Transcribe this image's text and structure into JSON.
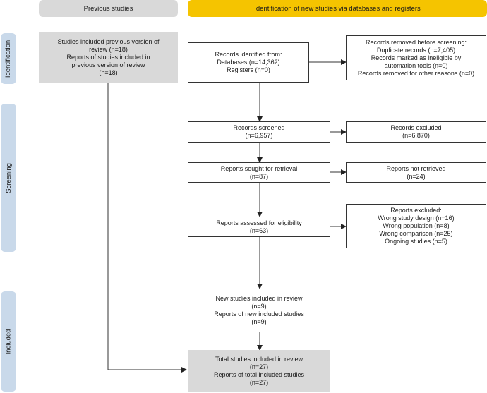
{
  "headers": {
    "previous": "Previous studies",
    "new": "Identification of new studies via databases and registers"
  },
  "phases": {
    "identification": "Identification",
    "screening": "Screening",
    "included": "Included"
  },
  "boxes": {
    "prev_included": [
      "Studies included previous version of",
      "review (n=18)",
      "Reports of studies included in",
      "previous version of review",
      "(n=18)"
    ],
    "identified": [
      "Records identified from:",
      "Databases (n=14,362)",
      "Registers (n=0)"
    ],
    "removed": [
      "Records removed before screening:",
      "Duplicate records (n=7,405)",
      "Records marked as ineligible by",
      "automation tools (n=0)",
      "Records removed for other reasons (n=0)"
    ],
    "screened": [
      "Records screened",
      "(n=6,957)"
    ],
    "excluded": [
      "Records excluded",
      "(n=6,870)"
    ],
    "sought": [
      "Reports sought for retrieval",
      "(n=87)"
    ],
    "not_retrieved": [
      "Reports not retrieved",
      "(n=24)"
    ],
    "assessed": [
      "Reports assessed for eligibility",
      "(n=63)"
    ],
    "reports_excluded": [
      "Reports excluded:",
      "Wrong study design (n=16)",
      "Wrong population (n=8)",
      "Wrong comparison (n=25)",
      "Ongoing studies (n=5)"
    ],
    "new_included": [
      "New studies included in review",
      "(n=9)",
      "Reports of new included studies",
      "(n=9)"
    ],
    "total_included": [
      "Total studies included in review",
      "(n=27)",
      "Reports of total included studies",
      "(n=27)"
    ]
  },
  "colors": {
    "header_previous": "#d9d9d9",
    "header_new": "#f5c400",
    "phase_bar": "#c9d9ea",
    "grey_box": "#d9d9d9"
  }
}
